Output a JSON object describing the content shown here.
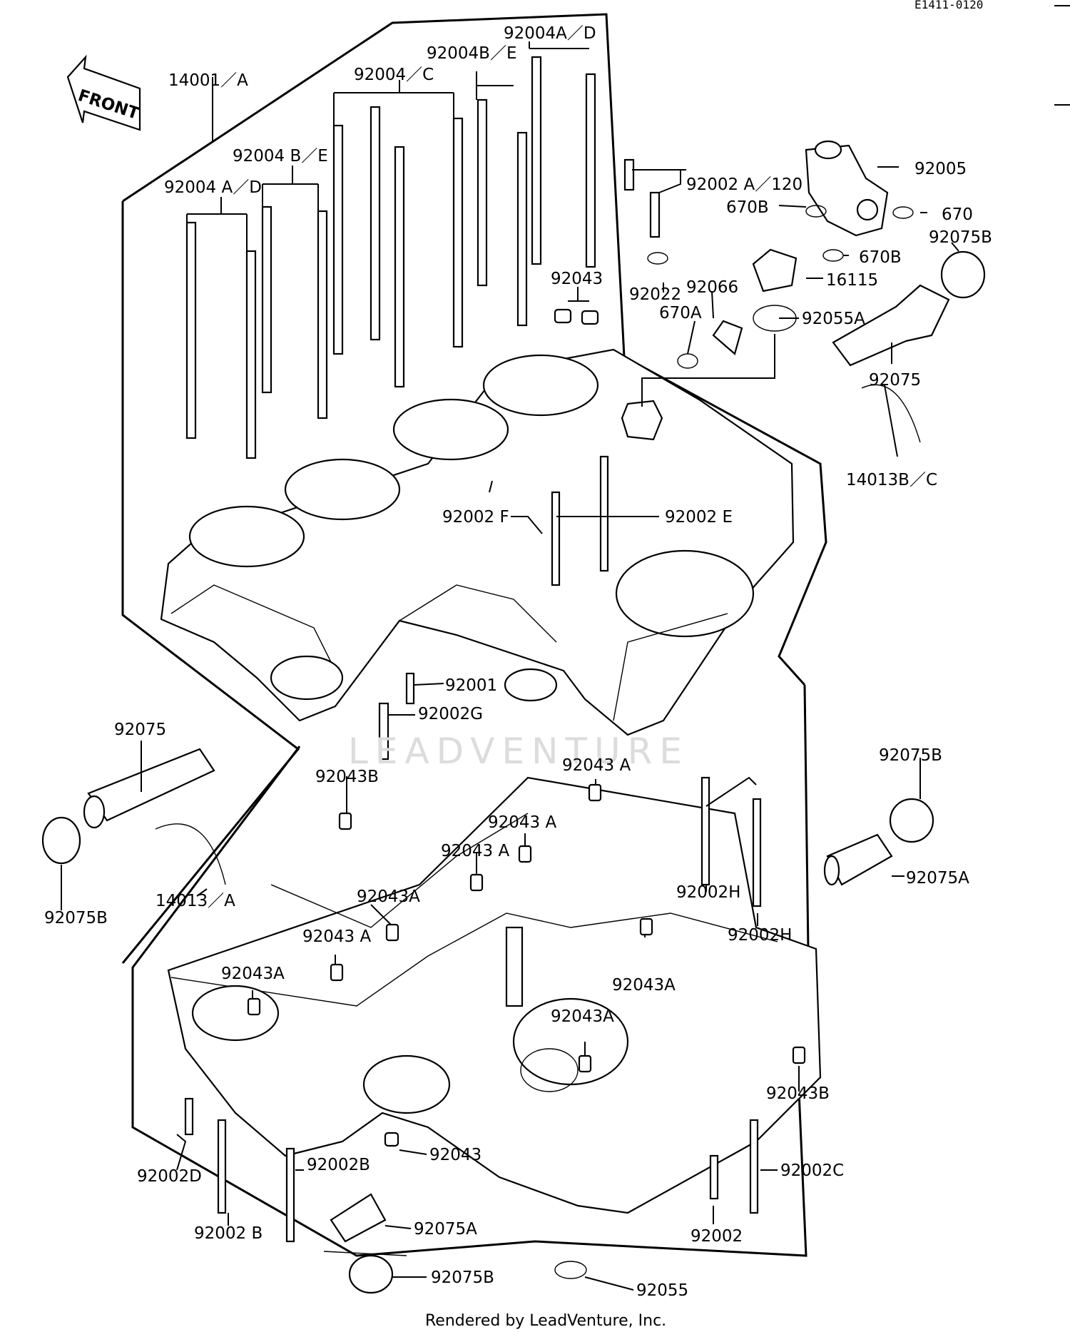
{
  "diagram": {
    "ref_code": "E1411-0120",
    "front_arrow_text": "FRONT",
    "watermark": "LEADVENTURE",
    "footer": "Rendered by LeadVenture, Inc.",
    "labels": {
      "p14001A": "14001／A",
      "p92004AD_top": "92004A／D",
      "p92004BE_top": "92004B／E",
      "p92004C": "92004／C",
      "p92004BE_left": "92004 B／E",
      "p92004AD_left": "92004 A／D",
      "p92002A120": "92002 A／120",
      "p92005": "92005",
      "p670": "670",
      "p670B_left": "670B",
      "p670B_right": "670B",
      "p92075B_top": "92075B",
      "p16115": "16115",
      "p92022": "92022",
      "p92066": "92066",
      "p670A": "670A",
      "p92055A": "92055A",
      "p92043_top": "92043",
      "p92075_right": "92075",
      "p14013BC": "14013B／C",
      "p92002F": "92002 F",
      "p92002E": "92002 E",
      "p92001": "92001",
      "p92002G": "92002G",
      "p92075_left": "92075",
      "p92043B_left": "92043B",
      "p92043A_1": "92043 A",
      "p92043A_2": "92043 A",
      "p92043A_3": "92043 A",
      "p92043A_4": "92043A",
      "p92043A_5": "92043 A",
      "p92043A_6": "92043A",
      "p92043A_7": "92043A",
      "p92043A_8": "92043A",
      "p92075B_right": "92075B",
      "p92075A_right": "92075A",
      "p92002H_1": "92002H",
      "p92002H_2": "92002H",
      "p14013A": "14013／A",
      "p92075B_left": "92075B",
      "p92043B_right": "92043B",
      "p92043_bottom": "92043",
      "p92002D": "92002D",
      "p92002B_1": "92002B",
      "p92002B_2": "92002 B",
      "p92075A_bottom": "92075A",
      "p92075B_bottom": "92075B",
      "p92055": "92055",
      "p92002": "92002",
      "p92002C": "92002C"
    }
  }
}
